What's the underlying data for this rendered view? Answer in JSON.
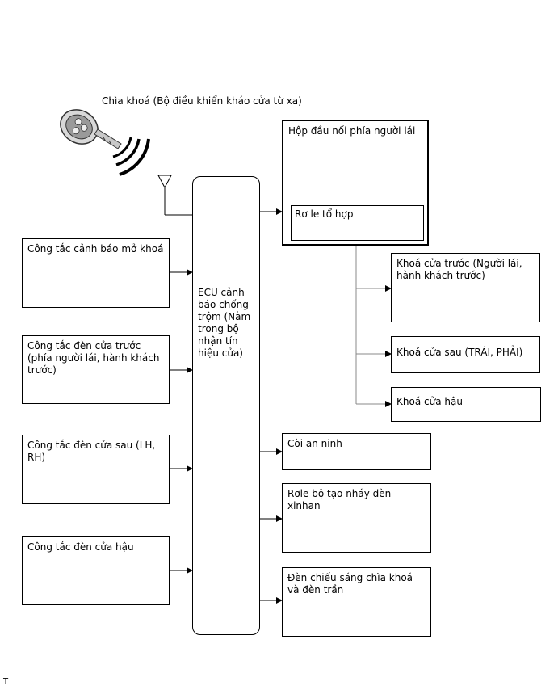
{
  "key_label": "Chìa khoá (Bộ điều khiển kháo cửa từ xa)",
  "ecu_label": "ECU cảnh báo chống trộm (Nằm trong bộ nhận tín hiệu cửa)",
  "junction_box": {
    "title": "Hộp đầu nối phía người lái",
    "relay": "Rơ le tổ hợp"
  },
  "inputs": [
    "Công tắc cảnh báo mở khoá",
    "Công tắc đèn cửa trước (phía người lái, hành khách trước)",
    "Công tắc đèn cửa sau (LH, RH)",
    "Công tắc đèn cửa hậu"
  ],
  "door_locks": [
    "Khoá cửa trước (Người lái, hành khách trước)",
    "Khoá cửa sau (TRÁI, PHẢI)",
    "Khoá cửa hậu"
  ],
  "outputs": [
    "Còi an ninh",
    "Rơle bộ tạo nháy đèn xinhan",
    "Đèn chiếu sáng chìa khoá và đèn trần"
  ],
  "corner_mark": "T"
}
